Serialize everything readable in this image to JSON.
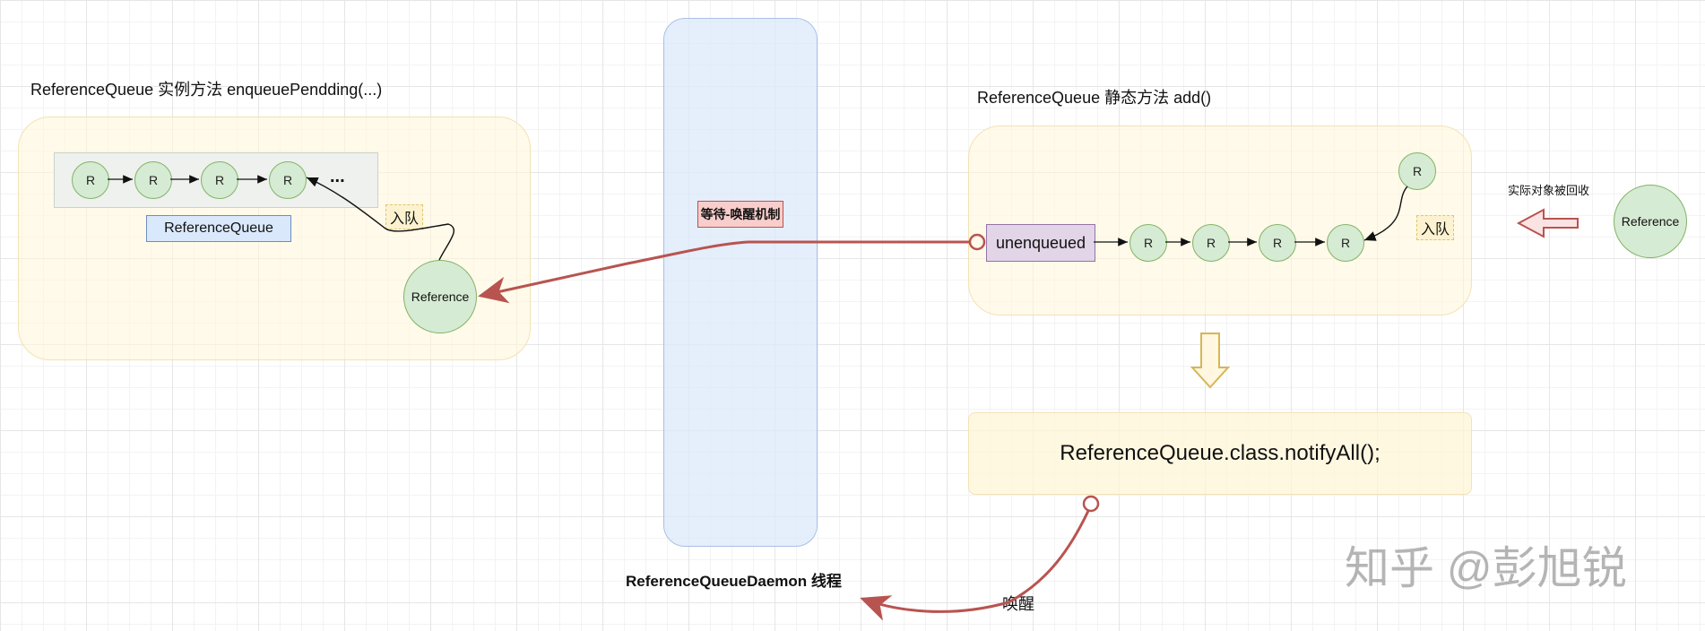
{
  "left": {
    "title": "ReferenceQueue 实例方法 enqueuePendding(...)",
    "queue_nodes": [
      "R",
      "R",
      "R",
      "R"
    ],
    "ellipsis": "...",
    "queue_label": "ReferenceQueue",
    "enqueue_tag": "入队",
    "reference": "Reference"
  },
  "middle": {
    "mechanism": "等待-唤醒机制",
    "daemon_label": "ReferenceQueueDaemon 线程",
    "wake_label": "唤醒"
  },
  "right": {
    "title": "ReferenceQueue 静态方法 add()",
    "unenqueued": "unenqueued",
    "chain_nodes": [
      "R",
      "R",
      "R",
      "R"
    ],
    "top_node": "R",
    "enqueue_tag": "入队",
    "reclaim_label": "实际对象被回收",
    "reference": "Reference",
    "notify": "ReferenceQueue.class.notifyAll();"
  },
  "watermark": "知乎 @彭旭锐"
}
